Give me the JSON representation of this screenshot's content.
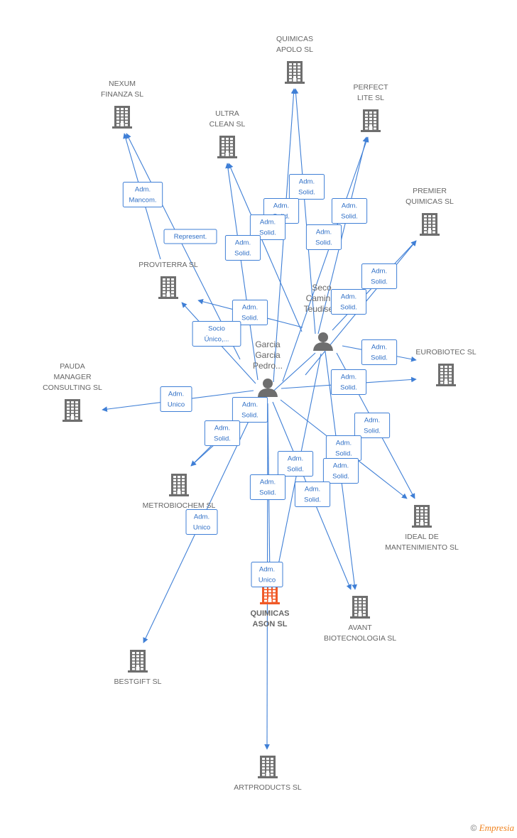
{
  "colors": {
    "edge": "#3f7fd6",
    "building": "#6e6e6e",
    "central_building": "#f05a28",
    "person": "#6e6e6e"
  },
  "companies": [
    {
      "id": "quimicas_apolo",
      "lines": [
        "QUIMICAS",
        "APOLO SL"
      ],
      "icon": "building-icon"
    },
    {
      "id": "nexum",
      "lines": [
        "NEXUM",
        "FINANZA  SL"
      ],
      "icon": "building-icon"
    },
    {
      "id": "perfect_lite",
      "lines": [
        "PERFECT",
        "LITE SL"
      ],
      "icon": "building-icon"
    },
    {
      "id": "ultra_clean",
      "lines": [
        "ULTRA",
        "CLEAN SL"
      ],
      "icon": "building-icon"
    },
    {
      "id": "premier",
      "lines": [
        "PREMIER",
        "QUIMICAS SL"
      ],
      "icon": "building-icon"
    },
    {
      "id": "proviterra",
      "lines": [
        "PROVITERRA SL"
      ],
      "icon": "building-icon"
    },
    {
      "id": "eurobiotec",
      "lines": [
        "EUROBIOTEC SL"
      ],
      "icon": "building-icon"
    },
    {
      "id": "pauda",
      "lines": [
        "PAUDA",
        "MANAGER",
        "CONSULTING SL"
      ],
      "icon": "building-icon"
    },
    {
      "id": "metrobiochem",
      "lines": [
        "METROBIOCHEM SL"
      ],
      "icon": "building-icon"
    },
    {
      "id": "ideal",
      "lines": [
        "IDEAL DE",
        "MANTENIMIENTO SL"
      ],
      "icon": "building-icon"
    },
    {
      "id": "quimicas_ason",
      "lines": [
        "QUIMICAS",
        "ASON SL"
      ],
      "icon": "building-icon",
      "central": true
    },
    {
      "id": "avant",
      "lines": [
        "AVANT",
        "BIOTECNOLOGIA SL"
      ],
      "icon": "building-icon"
    },
    {
      "id": "bestgift",
      "lines": [
        "BESTGIFT SL"
      ],
      "icon": "building-icon"
    },
    {
      "id": "artproducts",
      "lines": [
        "ARTPRODUCTS SL"
      ],
      "icon": "building-icon"
    }
  ],
  "people": [
    {
      "id": "seco",
      "lines": [
        "Seco",
        "Camin...",
        "Teudiselo"
      ],
      "icon": "person-icon"
    },
    {
      "id": "garcia",
      "lines": [
        "Garcia",
        "Garcia",
        "Pedro..."
      ],
      "icon": "person-icon"
    }
  ],
  "relations": [
    {
      "from": "seco",
      "to": "quimicas_apolo",
      "lines": [
        "Adm.",
        "Solid."
      ]
    },
    {
      "from": "garcia",
      "to": "quimicas_apolo",
      "lines": [
        "Adm.",
        "Solid."
      ]
    },
    {
      "from": "seco",
      "to": "perfect_lite",
      "lines": [
        "Adm.",
        "Solid."
      ]
    },
    {
      "from": "garcia",
      "to": "perfect_lite",
      "lines": [
        "Adm.",
        "Solid."
      ]
    },
    {
      "from": "seco",
      "to": "ultra_clean",
      "lines": [
        "Adm.",
        "Solid."
      ]
    },
    {
      "from": "garcia",
      "to": "ultra_clean",
      "lines": [
        "Adm.",
        "Solid."
      ]
    },
    {
      "from": "garcia",
      "to": "nexum",
      "lines": [
        "Represent."
      ]
    },
    {
      "from": "proviterra",
      "to": "nexum",
      "lines": [
        "Adm.",
        "Mancom."
      ]
    },
    {
      "from": "seco",
      "to": "proviterra",
      "lines": [
        "Adm.",
        "Solid."
      ]
    },
    {
      "from": "garcia",
      "to": "proviterra",
      "lines": [
        "Socio",
        "Único,..."
      ]
    },
    {
      "from": "seco",
      "to": "premier",
      "lines": [
        "Adm.",
        "Solid."
      ]
    },
    {
      "from": "garcia",
      "to": "premier",
      "lines": [
        "Adm.",
        "Solid."
      ]
    },
    {
      "from": "seco",
      "to": "eurobiotec",
      "lines": [
        "Adm.",
        "Solid."
      ]
    },
    {
      "from": "garcia",
      "to": "eurobiotec",
      "lines": [
        "Adm.",
        "Solid."
      ]
    },
    {
      "from": "garcia",
      "to": "pauda",
      "lines": [
        "Adm.",
        "Unico"
      ]
    },
    {
      "from": "seco",
      "to": "metrobiochem",
      "lines": [
        "Adm.",
        "Solid."
      ]
    },
    {
      "from": "garcia",
      "to": "metrobiochem",
      "lines": [
        "Adm.",
        "Solid."
      ]
    },
    {
      "from": "seco",
      "to": "ideal",
      "lines": [
        "Adm.",
        "Solid."
      ]
    },
    {
      "from": "garcia",
      "to": "ideal",
      "lines": [
        "Adm.",
        "Solid."
      ]
    },
    {
      "from": "seco",
      "to": "avant",
      "lines": [
        "Adm.",
        "Solid."
      ]
    },
    {
      "from": "garcia",
      "to": "avant",
      "lines": [
        "Adm.",
        "Solid."
      ]
    },
    {
      "from": "seco",
      "to": "quimicas_ason",
      "lines": [
        "Adm.",
        "Solid."
      ]
    },
    {
      "from": "garcia",
      "to": "quimicas_ason",
      "lines": [
        "Adm.",
        "Solid."
      ]
    },
    {
      "from": "garcia",
      "to": "bestgift",
      "lines": [
        "Adm.",
        "Unico"
      ]
    },
    {
      "from": "garcia",
      "to": "artproducts",
      "lines": [
        "Adm.",
        "Unico"
      ]
    }
  ],
  "footer": {
    "copyright": "©",
    "brand": "Empresia"
  }
}
